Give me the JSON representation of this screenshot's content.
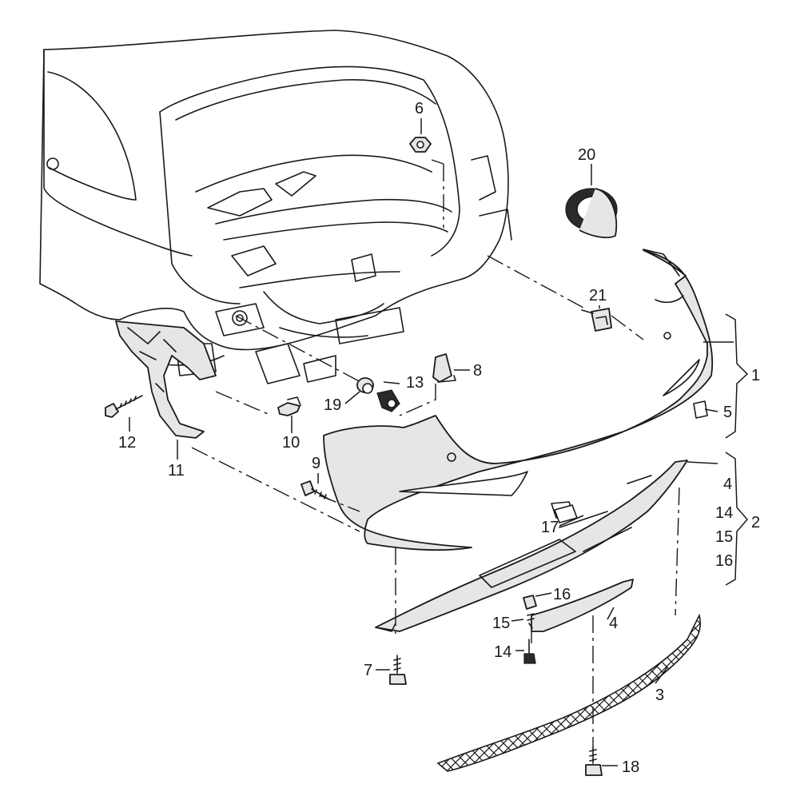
{
  "callouts": {
    "c1": "1",
    "c2": "2",
    "c3": "3",
    "c4a": "4",
    "c4b": "4",
    "c5": "5",
    "c6": "6",
    "c7": "7",
    "c8": "8",
    "c9": "9",
    "c10": "10",
    "c11": "11",
    "c12": "12",
    "c13": "13",
    "c14a": "14",
    "c14b": "14",
    "c15a": "15",
    "c15b": "15",
    "c16a": "16",
    "c16b": "16",
    "c17": "17",
    "c18": "18",
    "c19": "19",
    "c20": "20",
    "c21": "21"
  }
}
